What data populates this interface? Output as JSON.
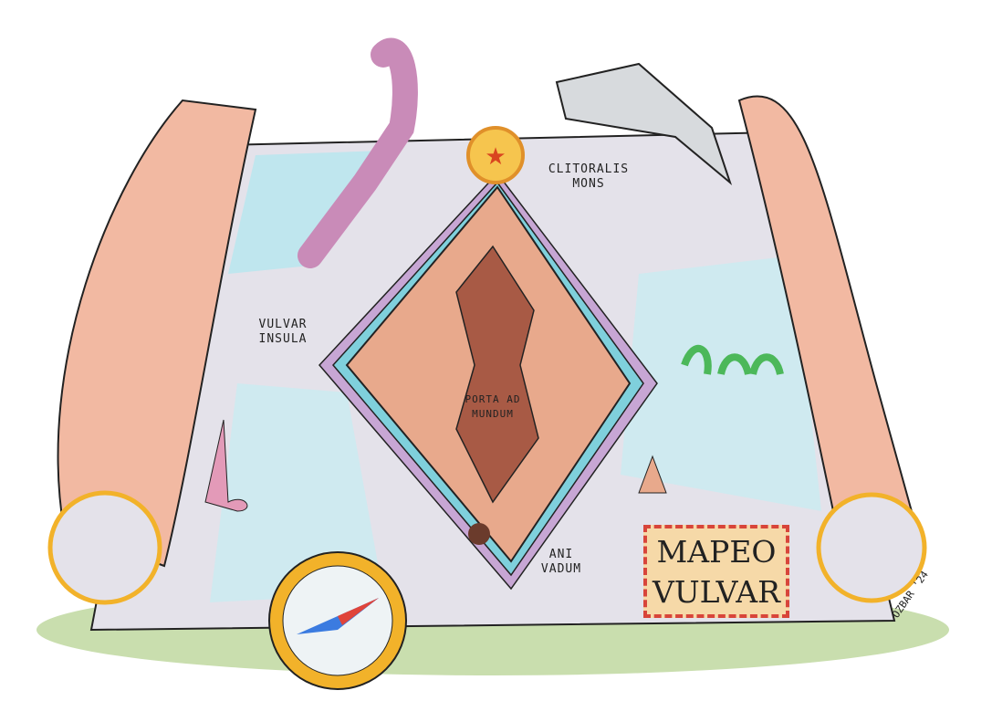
{
  "illustration": {
    "labels": {
      "clitoralis": "CLITORALIS MONS",
      "insula": "VULVAR INSULA",
      "porta": "PORTA AD MUNDUM",
      "ani": "ANI VADUM"
    },
    "title_line1": "MAPEO",
    "title_line2": "VULVAR",
    "signature": "OZBAR '24",
    "colors": {
      "scroll": "#f2b9a2",
      "sea": "#bfe6ee",
      "land": "#e4e2ea",
      "island": "#e8a98c",
      "canyon": "#a85a45",
      "gold": "#f2b22a",
      "grass": "#c9deae"
    }
  }
}
